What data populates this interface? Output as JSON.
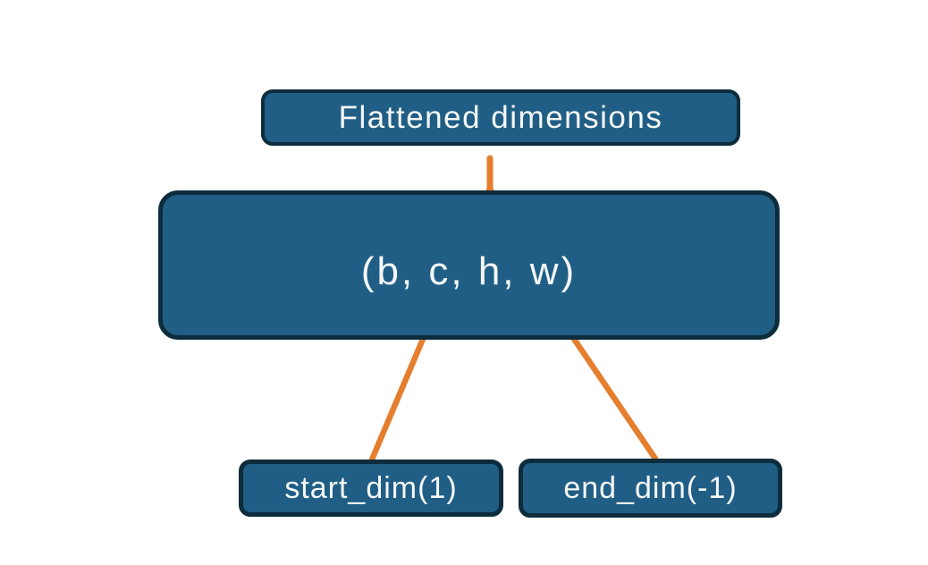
{
  "figure": {
    "top_box": {
      "label": "Flattened dimensions"
    },
    "tensor_box": {
      "label": "(b, c, h, w)"
    },
    "start_dim_box": {
      "label": "start_dim(1)"
    },
    "end_dim_box": {
      "label": "end_dim(-1)"
    }
  },
  "colors": {
    "box_fill": "#205e85",
    "box_border": "#0d2c3c",
    "accent_orange": "#e57e2d",
    "text": "#f5f7f6",
    "background": "#ffffff"
  }
}
